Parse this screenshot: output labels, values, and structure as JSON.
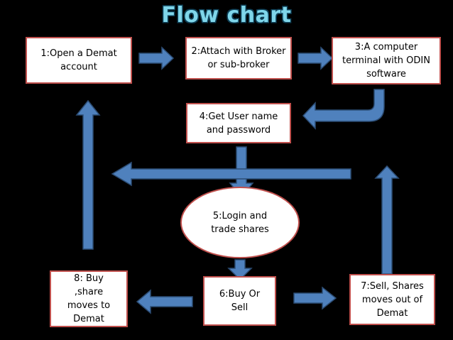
{
  "title": "Flow chart",
  "steps": {
    "s1": "1:Open a Demat\naccount",
    "s2": "2:Attach with Broker\nor sub-broker",
    "s3": "3:A computer\nterminal with ODIN\nsoftware",
    "s4": "4:Get User name\nand password",
    "s5": "5:Login and\ntrade shares",
    "s6": "6:Buy Or\nSell",
    "s7": "7:Sell, Shares\nmoves out of\nDemat",
    "s8": "8: Buy\n,share\nmoves to\nDemat"
  },
  "colors": {
    "background": "#000000",
    "arrow_fill": "#4f81bd",
    "arrow_stroke": "#2c4d75",
    "box_border": "#c0504d",
    "title": "#7fd6ea"
  }
}
